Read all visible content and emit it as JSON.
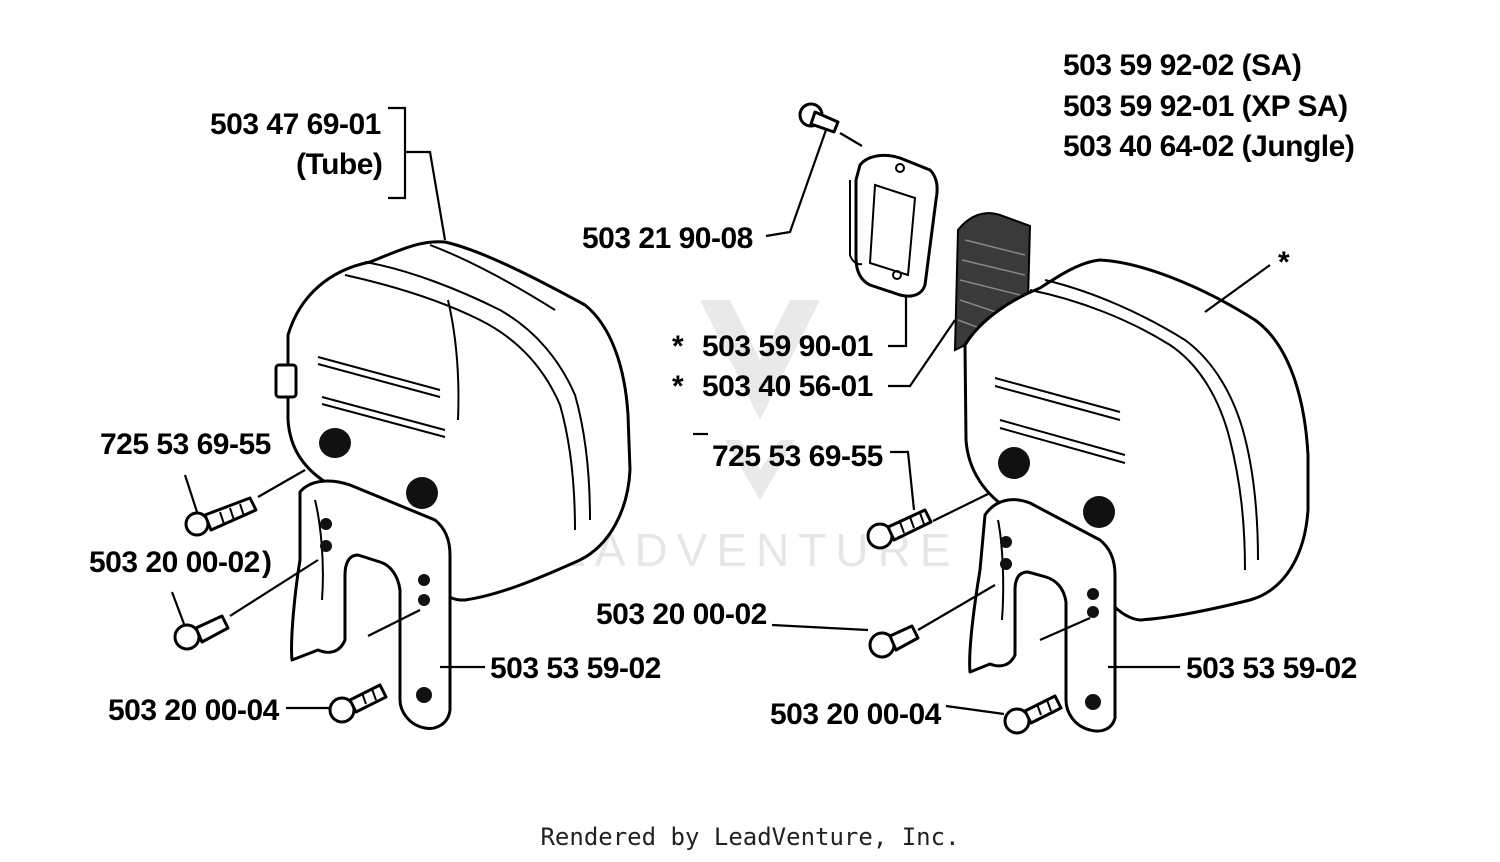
{
  "left_assembly": {
    "muffler_label": "503 47 69-01",
    "muffler_variant": "(Tube)",
    "screw_label": "725 53 69-55",
    "bolt_label": "503 20 00-02",
    "bolt_label_suffix": ")",
    "bracket_label": "503 53 59-02",
    "bottom_bolt_label": "503 20 00-04"
  },
  "right_assembly": {
    "variant_1": "503 59 92-02 (SA)",
    "variant_2": "503 59 92-01 (XP SA)",
    "variant_3": "503 40 64-02 (Jungle)",
    "top_screw_label": "503 21 90-08",
    "muffler_marker": "*",
    "cover_marker": "*",
    "cover_label": "503 59 90-01",
    "screen_marker": "*",
    "screen_label": "503 40 56-01",
    "screw_label": "725 53 69-55",
    "bolt_label": "503 20 00-02",
    "bracket_label": "503 53 59-02",
    "bottom_bolt_label": "503 20 00-04"
  },
  "watermark": "LEADVENTURE",
  "footer": "Rendered by LeadVenture, Inc."
}
